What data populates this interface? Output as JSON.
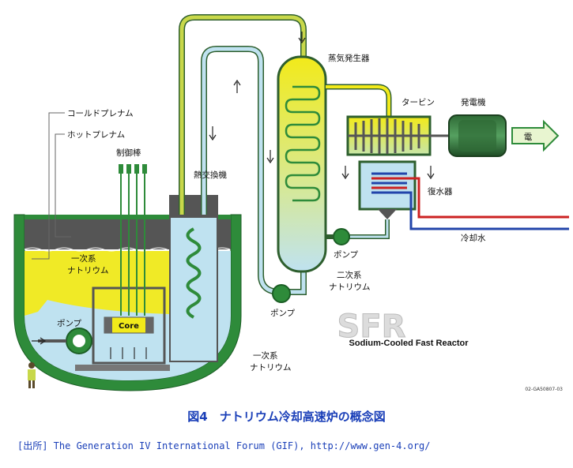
{
  "labels": {
    "cold_plenum": "コールドプレナム",
    "hot_plenum": "ホットプレナム",
    "control_rods": "制御棒",
    "heat_exchanger": "熱交換機",
    "steam_generator": "蒸気発生器",
    "turbine": "タービン",
    "generator": "発電機",
    "electricity": "電",
    "condenser": "復水器",
    "cooling_water": "冷却水",
    "pump_secondary_right": "ポンプ",
    "secondary_sodium_line1": "二次系",
    "secondary_sodium_line2": "ナトリウム",
    "pump_secondary_bottom": "ポンプ",
    "primary_sodium_line1": "一次系",
    "primary_sodium_line2": "ナトリウム",
    "pump_primary": "ポンプ",
    "core": "Core",
    "primary_sodium_lower_line1": "一次系",
    "primary_sodium_lower_line2": "ナトリウム",
    "sfr_logo": "SFR",
    "sfr_subtitle": "Sodium-Cooled Fast Reactor",
    "code": "02-GA50807-03"
  },
  "caption": "図4　ナトリウム冷却高速炉の概念図",
  "source": "[出所] The Generation IV International Forum (GIF), http://www.gen-4.org/",
  "colors": {
    "sodium_hot": "#f2ea1a",
    "sodium_cold": "#bfe2f0",
    "vessel_green": "#2e8b3a",
    "secondary_loop": "#c8d84a",
    "caption_blue": "#1a3fb8",
    "hot_water_red": "#cc2222",
    "cold_water_blue": "#2244aa"
  },
  "icons": [
    "pump-icon",
    "person-icon",
    "electric-arrow-icon"
  ]
}
